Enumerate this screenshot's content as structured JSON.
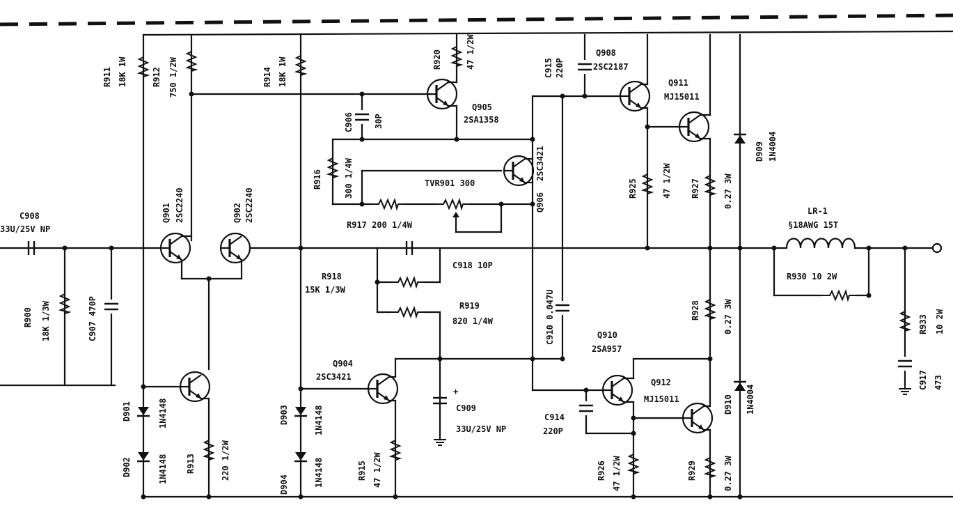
{
  "labels": {
    "r911": "R911",
    "r911_val": "18K 1W",
    "r912": "R912",
    "r912_val": "750 1/2W",
    "r914": "R914",
    "r914_val": "18K 1W",
    "r920": "R920",
    "r920_val": "47 1/2W",
    "q905": "Q905",
    "q905_part": "2SA1358",
    "c906": "C906",
    "c906_val": "30P",
    "c915": "C915",
    "c915_val": "220P",
    "q908": "Q908",
    "q908_part": "2SC2187",
    "q911": "Q911",
    "q911_part": "MJ15011",
    "q906": "Q906",
    "q906_part": "2SC3421",
    "d909": "D909",
    "d909_part": "1N4004",
    "r916": "R916",
    "r916_val": "300 1/4W",
    "tvr901": "TVR901 300",
    "r917": "R917 200 1/4W",
    "r925": "R925",
    "r925_val": "47 1/2W",
    "r927": "R927",
    "r927_val": "0.27 3W",
    "q901": "Q901",
    "q901_part": "2SC2240",
    "q902": "Q902",
    "q902_part": "2SC2240",
    "c908_in": "C908",
    "c908_in_val": "33U/25V NP",
    "lr1": "LR-1",
    "lr1_val": "§18AWG 15T",
    "c918": "C918 10P",
    "r918": "R918",
    "r918_val": "15K 1/3W",
    "r919": "R919",
    "r919_val": "820 1/4W",
    "r930": "R930 10 2W",
    "r900": "R900",
    "r900_val": "18K 1/3W",
    "c907": "C907 470P",
    "c910": "C910 0.047U",
    "r928": "R928",
    "r928_val": "0.27 3W",
    "r933": "R933",
    "r933_val": "10 2W",
    "q910": "Q910",
    "q910_part": "2SA957",
    "q904": "Q904",
    "q904_part": "2SC3421",
    "c909": "C909",
    "c909_val": "33U/25V NP",
    "c914": "C914",
    "c914_val": "220P",
    "q912": "Q912",
    "q912_part": "MJ15011",
    "d910": "D910",
    "d910_part": "1N4004",
    "c917": "C917",
    "c917_val": "473",
    "d901": "D901",
    "d901_part": "1N4148",
    "d902": "D902",
    "d902_part": "1N4148",
    "r913": "R913",
    "r913_val": "220 1/2W",
    "d903": "D903",
    "d903_part": "1N4148",
    "d904": "D904",
    "d904_part": "1N4148",
    "r915": "R915",
    "r915_val": "47 1/2W",
    "r926": "R926",
    "r926_val": "47 1/2W",
    "r929": "R929",
    "r929_val": "0.27 3W"
  }
}
